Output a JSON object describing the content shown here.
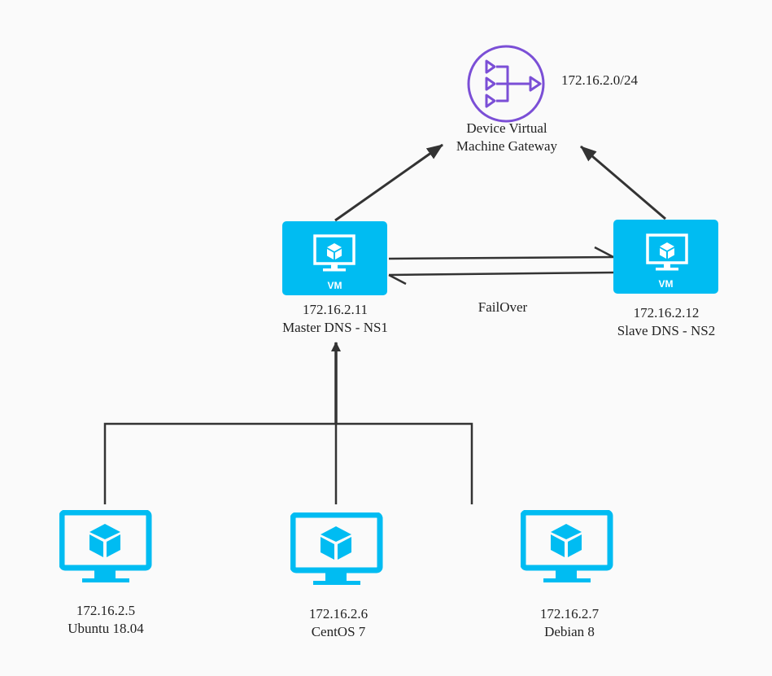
{
  "diagram": {
    "colors": {
      "vm_blue": "#00bcf2",
      "gateway_purple": "#7b4fd6",
      "line": "#333333",
      "background": "#fafafa"
    },
    "gateway": {
      "icon": "network-gateway-icon",
      "subnet": "172.16.2.0/24",
      "name_line1": "Device Virtual",
      "name_line2": "Machine Gateway"
    },
    "master_dns": {
      "icon": "vm-icon",
      "badge": "VM",
      "ip": "172.16.2.11",
      "name": "Master DNS - NS1"
    },
    "slave_dns": {
      "icon": "vm-icon",
      "badge": "VM",
      "ip": "172.16.2.12",
      "name": "Slave DNS - NS2"
    },
    "failover_label": "FailOver",
    "clients": [
      {
        "icon": "virtual-machine-monitor-icon",
        "ip": "172.16.2.5",
        "os": "Ubuntu 18.04"
      },
      {
        "icon": "virtual-machine-monitor-icon",
        "ip": "172.16.2.6",
        "os": "CentOS 7"
      },
      {
        "icon": "virtual-machine-monitor-icon",
        "ip": "172.16.2.7",
        "os": "Debian 8"
      }
    ],
    "connections": [
      {
        "from": "master_dns",
        "to": "gateway",
        "type": "arrow"
      },
      {
        "from": "slave_dns",
        "to": "gateway",
        "type": "arrow"
      },
      {
        "from": "master_dns",
        "to": "slave_dns",
        "type": "arrow"
      },
      {
        "from": "slave_dns",
        "to": "master_dns",
        "type": "arrow",
        "label": "FailOver"
      },
      {
        "from": "clients",
        "to": "master_dns",
        "type": "arrow"
      }
    ]
  }
}
